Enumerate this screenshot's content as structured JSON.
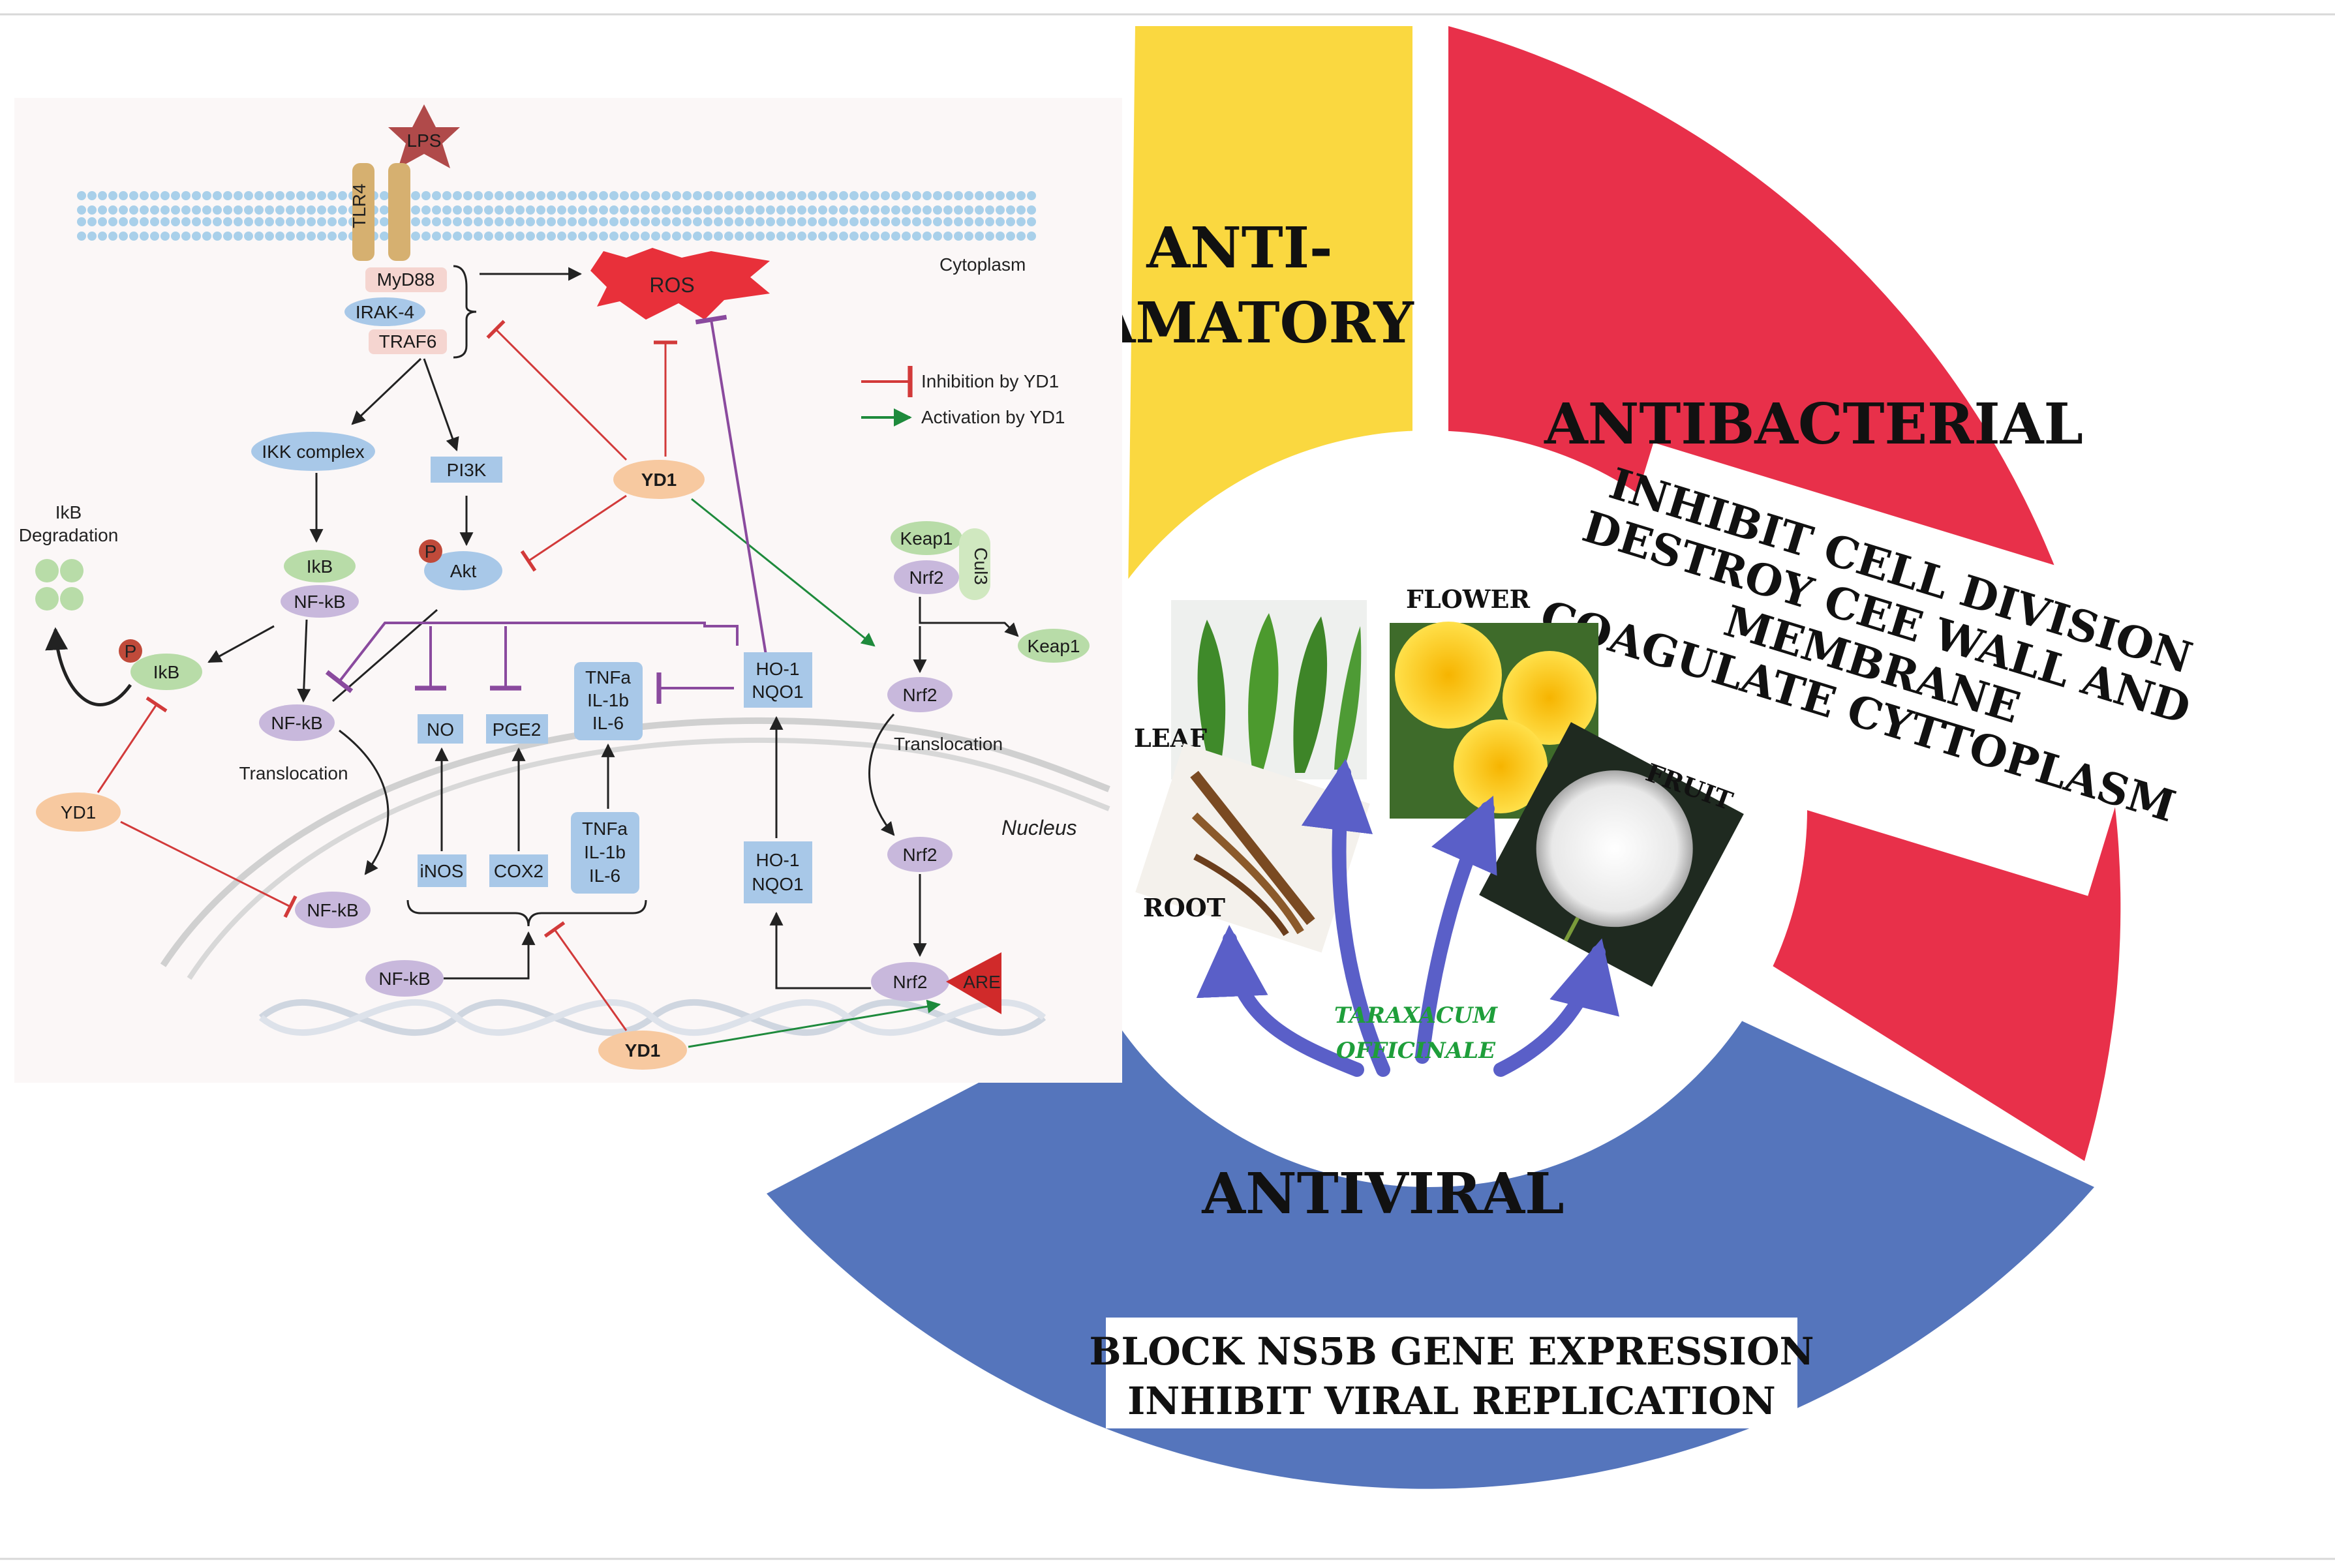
{
  "segments": {
    "anti_inflammatory": {
      "line1": "ANTI-",
      "line2": "INFLAMATORY",
      "color": "#FAD840"
    },
    "antibacterial": {
      "title": "ANTIBACTERIAL",
      "color": "#E8304A",
      "box_lines": [
        "INHIBIT CELL DIVISION",
        "DESTROY CEE WALL AND",
        "MEMBRANE",
        "COAGULATE CYTTOPLASM"
      ]
    },
    "antiviral": {
      "title": "ANTIVIRAL",
      "color": "#5575BC",
      "box_lines": [
        "BLOCK NS5B GENE EXPRESSION",
        "INHIBIT VIRAL REPLICATION"
      ]
    }
  },
  "plant": {
    "name_line1": "TARAXACUM",
    "name_line2": "OFFICINALE",
    "parts": {
      "leaf": "LEAF",
      "flower": "FLOWER",
      "fruit": "FRUIT",
      "root": "ROOT"
    }
  },
  "pathway": {
    "lps": "LPS",
    "tlr4": "TLR4",
    "myd88": "MyD88",
    "irak4": "IRAK-4",
    "traf6": "TRAF6",
    "ros": "ROS",
    "cytoplasm": "Cytoplasm",
    "legend_inhibition": "Inhibition  by YD1",
    "legend_activation": "Activation  by YD1",
    "ikk": "IKK complex",
    "pi3k": "PI3K",
    "yd1": "YD1",
    "akt": "Akt",
    "p": "P",
    "ikb": "IkB",
    "nfkb": "NF-kB",
    "ikb_degradation_1": "IkB",
    "ikb_degradation_2": "Degradation",
    "keap1": "Keap1",
    "nrf2": "Nrf2",
    "cul3": "Cul3",
    "ho1": "HO-1",
    "nqo1": "NQO1",
    "tnfa": "TNFa",
    "il1b": "IL-1b",
    "il6": "IL-6",
    "no": "NO",
    "pge2": "PGE2",
    "inos": "iNOS",
    "cox2": "COX2",
    "translocation": "Translocation",
    "nucleus": "Nucleus",
    "are": "ARE"
  },
  "colors": {
    "inhibition": "#D23A3A",
    "activation": "#1E8A3C",
    "purple_inhibition": "#8A4A9E",
    "plant_name": "#1E9E3A",
    "arrow_blue": "#5A5FC8"
  }
}
